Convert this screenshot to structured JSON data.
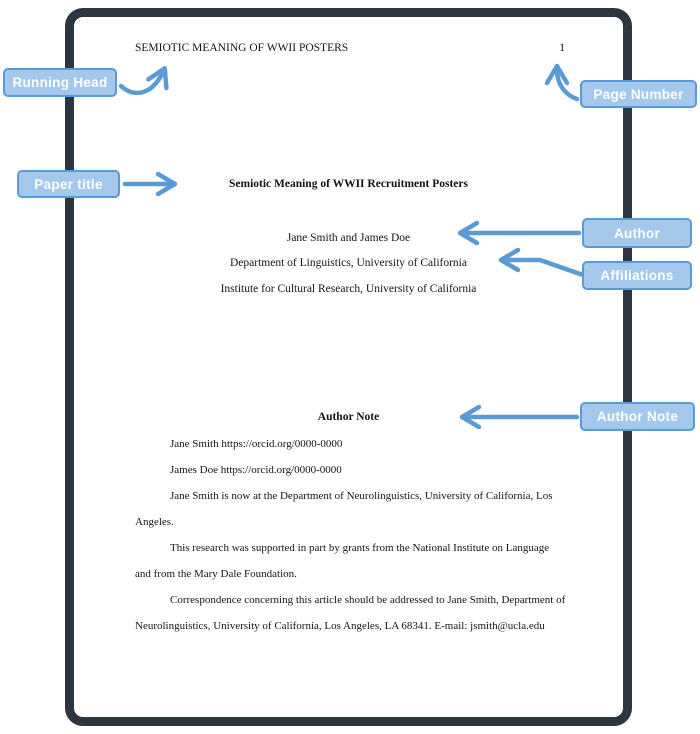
{
  "paper": {
    "running_head": "SEMIOTIC MEANING OF WWII POSTERS",
    "page_number": "1",
    "title": "Semiotic Meaning of WWII Recruitment Posters",
    "authors": "Jane Smith and James Doe",
    "affiliation_primary": "Department of Linguistics, University of California",
    "affiliation_secondary": "Institute for Cultural Research, University of California",
    "author_note_heading": "Author Note",
    "author_note_lines": [
      "Jane Smith https://orcid.org/0000-0000",
      "James Doe https://orcid.org/0000-0000",
      "Jane Smith is now at the Department of Neurolinguistics, University of California, Los",
      "Angeles.",
      "This research was supported in part by grants from the National Institute on Language",
      "and from the Mary Dale Foundation.",
      "Correspondence concerning this article should be addressed to Jane Smith, Department of",
      "Neurolinguistics, University of California, Los Angeles, LA 68341. E-mail: jsmith@ucla.edu"
    ]
  },
  "callouts": {
    "running_head": "Running Head",
    "page_number": "Page Number",
    "paper_title": "Paper title",
    "author": "Author",
    "affiliations": "Affiliations",
    "author_note": "Author Note"
  },
  "colors": {
    "page_border": "#2d3540",
    "label_fill": "#a4c8ec",
    "label_border": "#5b9bd5",
    "arrow": "#5b9bd5",
    "ink": "#141414"
  }
}
